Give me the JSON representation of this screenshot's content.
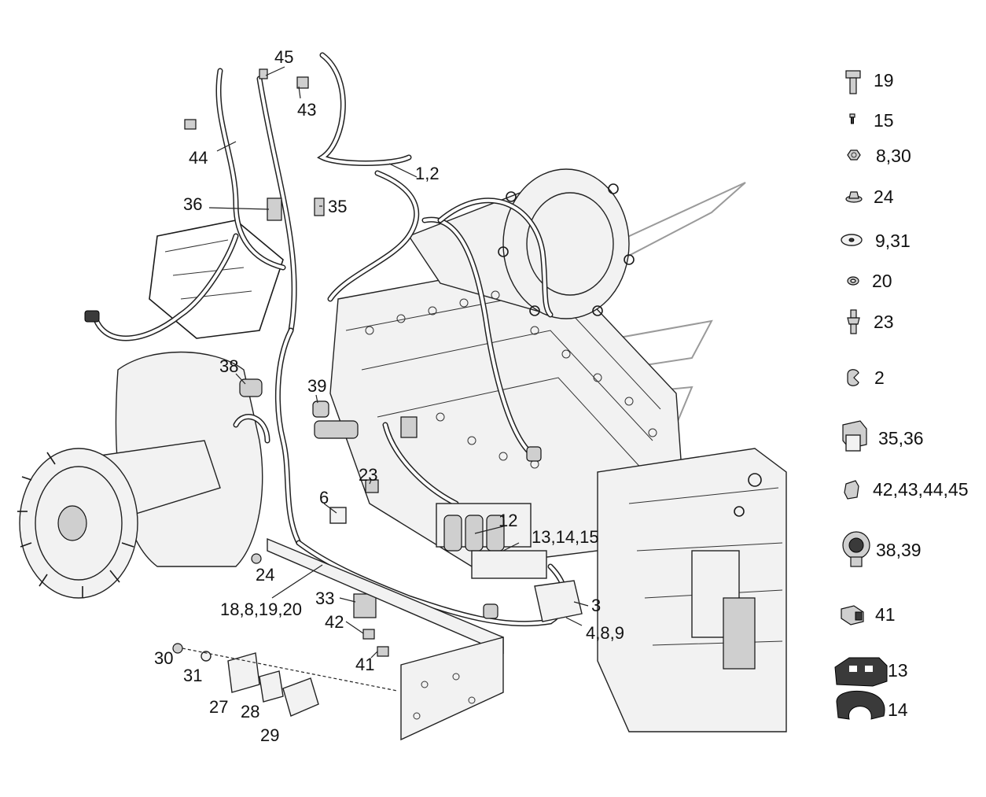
{
  "callouts": {
    "c45": "45",
    "c43": "43",
    "c44": "44",
    "c1_2": "1,2",
    "c36": "36",
    "c35": "35",
    "c38": "38",
    "c39": "39",
    "c23": "23",
    "c6": "6",
    "c12": "12",
    "c13_14_15": "13,14,15",
    "c24": "24",
    "c33": "33",
    "c3": "3",
    "c18_8_19_20": "18,8,19,20",
    "c42": "42",
    "c4_8_9": "4,8,9",
    "c41": "41",
    "c30": "30",
    "c31": "31",
    "c27": "27",
    "c28": "28",
    "c29": "29"
  },
  "legend": [
    {
      "icon": "bolt-icon",
      "label": "19"
    },
    {
      "icon": "small-screw-icon",
      "label": "15"
    },
    {
      "icon": "hex-nut-icon",
      "label": "8,30"
    },
    {
      "icon": "flange-nut-icon",
      "label": "24"
    },
    {
      "icon": "flat-washer-icon",
      "label": "9,31"
    },
    {
      "icon": "lock-washer-icon",
      "label": "20"
    },
    {
      "icon": "stud-bolt-icon",
      "label": "23"
    },
    {
      "icon": "clip-icon",
      "label": "2"
    },
    {
      "icon": "relay-icon",
      "label": "35,36"
    },
    {
      "icon": "connector-icon",
      "label": "42,43,44,45"
    },
    {
      "icon": "pressure-sensor-icon",
      "label": "38,39"
    },
    {
      "icon": "plug-icon",
      "label": "41"
    },
    {
      "icon": "clamp-bracket-icon",
      "label": "13"
    },
    {
      "icon": "cable-holder-icon",
      "label": "14"
    }
  ]
}
